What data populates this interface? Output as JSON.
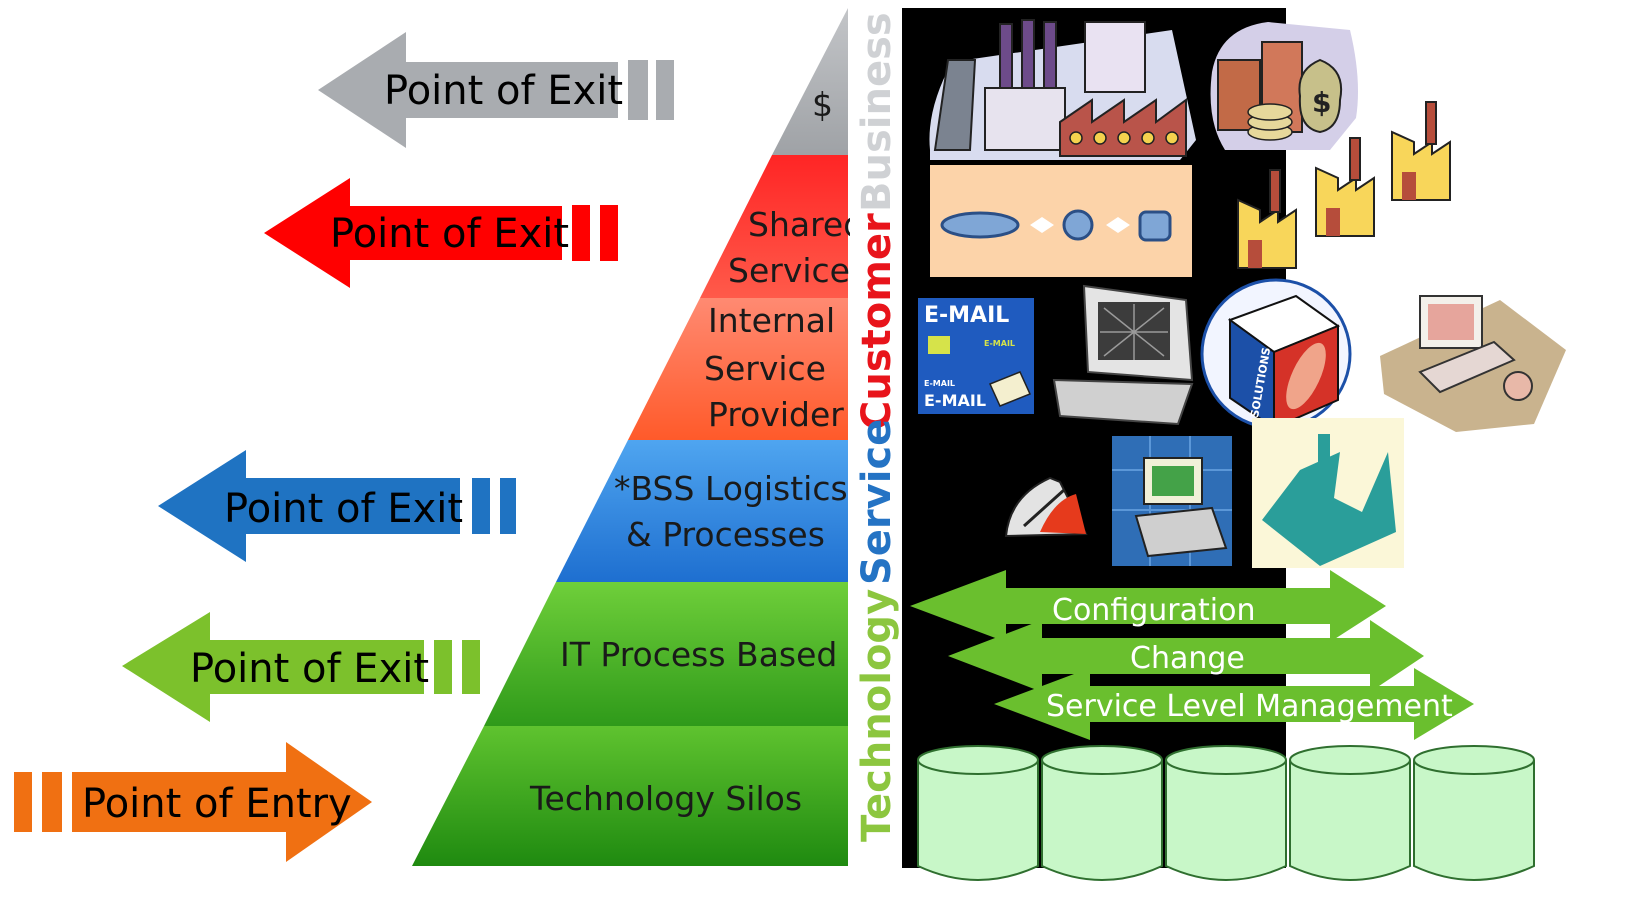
{
  "arrows": [
    {
      "label": "Point of Exit",
      "color": "#a9acb0",
      "text_color": "#111111"
    },
    {
      "label": "Point of Exit",
      "color": "#ff0000",
      "text_color": "#111111"
    },
    {
      "label": "Point of Exit",
      "color": "#1f73c2",
      "text_color": "#111111"
    },
    {
      "label": "Point of Exit",
      "color": "#7cc12c",
      "text_color": "#111111"
    },
    {
      "label": "Point of Entry",
      "color": "#f07012",
      "text_color": "#111111"
    }
  ],
  "pyramid": {
    "tiers": [
      {
        "lines": [
          "$"
        ],
        "color": "#a9acb0"
      },
      {
        "lines": [
          "Shared",
          "Service"
        ],
        "color": "#ff3b3b"
      },
      {
        "lines": [
          "Internal",
          "Service",
          "Provider"
        ],
        "color": "#ff7055"
      },
      {
        "lines": [
          "*BSS Logistics",
          "& Processes"
        ],
        "color": "#2e8fe6"
      },
      {
        "lines": [
          "IT Process Based"
        ],
        "color": "#49b424"
      },
      {
        "lines": [
          "Technology Silos"
        ],
        "color": "#3aa81d"
      }
    ]
  },
  "vertical_labels": {
    "technology": {
      "text": "Technology",
      "color": "#8cc63f"
    },
    "service": {
      "text": "Service",
      "color": "#2473c4"
    },
    "customer": {
      "text": "Customer",
      "color": "#e8141b"
    },
    "business": {
      "text": "Business",
      "color": "#cfd1d4"
    }
  },
  "icons": {
    "email": {
      "title": "E-MAIL",
      "lines": [
        "E-MAIL",
        "E-MAIL",
        "E-MAIL"
      ]
    },
    "solutions_box": {
      "label": "SOLUTIONS"
    },
    "money_bag": {
      "symbol": "$"
    }
  },
  "process_bands": [
    {
      "label": "Configuration",
      "color": "#6abf2e"
    },
    {
      "label": "Change",
      "color": "#6abf2e"
    },
    {
      "label": "Service Level Management",
      "color": "#6abf2e"
    }
  ],
  "colors": {
    "panel_black": "#000000",
    "cylinder_fill": "#c8f7c8",
    "cylinder_stroke": "#2f6f2f"
  }
}
